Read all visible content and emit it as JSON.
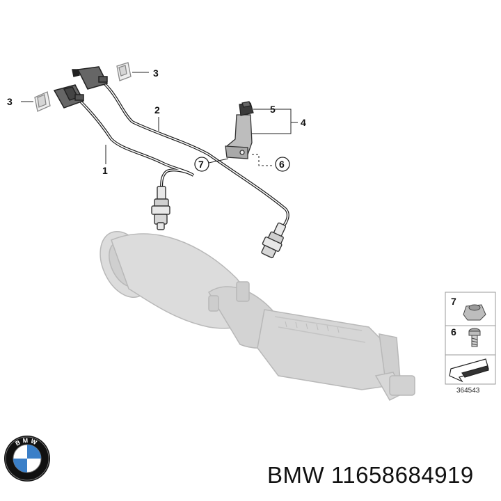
{
  "diagram": {
    "callouts": [
      "1",
      "2",
      "3",
      "3",
      "4",
      "5",
      "6",
      "7"
    ],
    "legend": {
      "item_a": "7",
      "item_b": "6",
      "ref_number": "364543"
    }
  },
  "logo": {
    "letters": "BMW",
    "colors": {
      "blue": "#3a7fc8",
      "ring": "#111111",
      "white": "#ffffff"
    }
  },
  "caption": {
    "brand": "BMW",
    "part_number": "11658684919"
  },
  "colors": {
    "line": "#1a1a1a",
    "part_fill": "#d9d9d9",
    "part_stroke": "#b5b5b5",
    "connector": "#555555"
  }
}
